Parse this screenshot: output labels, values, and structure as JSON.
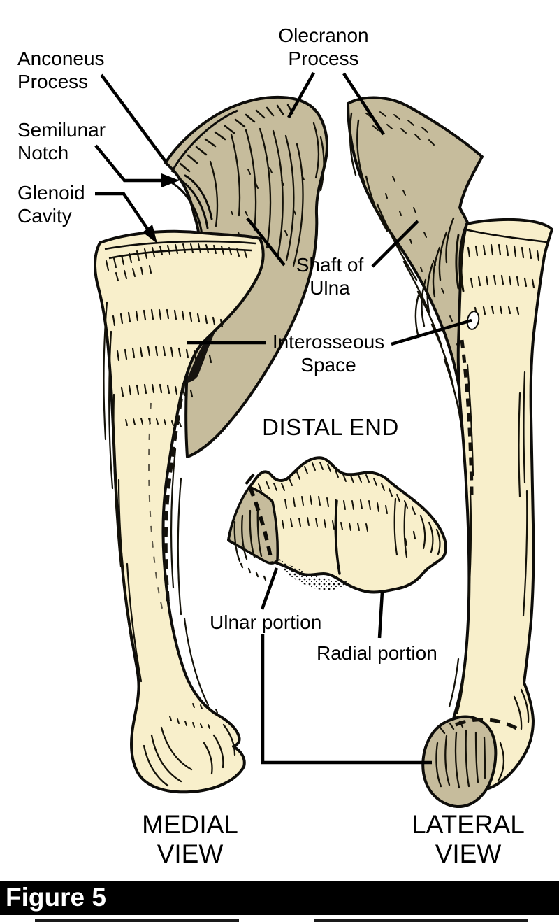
{
  "figure": {
    "caption": "Figure 5"
  },
  "labels": {
    "anconeus": {
      "line1": "Anconeus",
      "line2": "Process"
    },
    "semilunar": {
      "line1": "Semilunar",
      "line2": "Notch"
    },
    "glenoid": {
      "line1": "Glenoid",
      "line2": "Cavity"
    },
    "olecranon": {
      "line1": "Olecranon",
      "line2": "Process"
    },
    "shaft_of_ulna": {
      "line1": "Shaft of",
      "line2": "Ulna"
    },
    "interosseous": {
      "line1": "Interosseous",
      "line2": "Space"
    },
    "distal_end": "DISTAL END",
    "ulnar_portion": "Ulnar portion",
    "radial_portion": "Radial portion",
    "medial_view": {
      "line1": "MEDIAL",
      "line2": "VIEW"
    },
    "lateral_view": {
      "line1": "LATERAL",
      "line2": "VIEW"
    }
  },
  "colors": {
    "background": "#ffffff",
    "bone_light": "#f8efcb",
    "bone_dark": "#c6bc9c",
    "ink": "#0e0d0a",
    "caption_bar": "#000000",
    "caption_text": "#ffffff"
  }
}
